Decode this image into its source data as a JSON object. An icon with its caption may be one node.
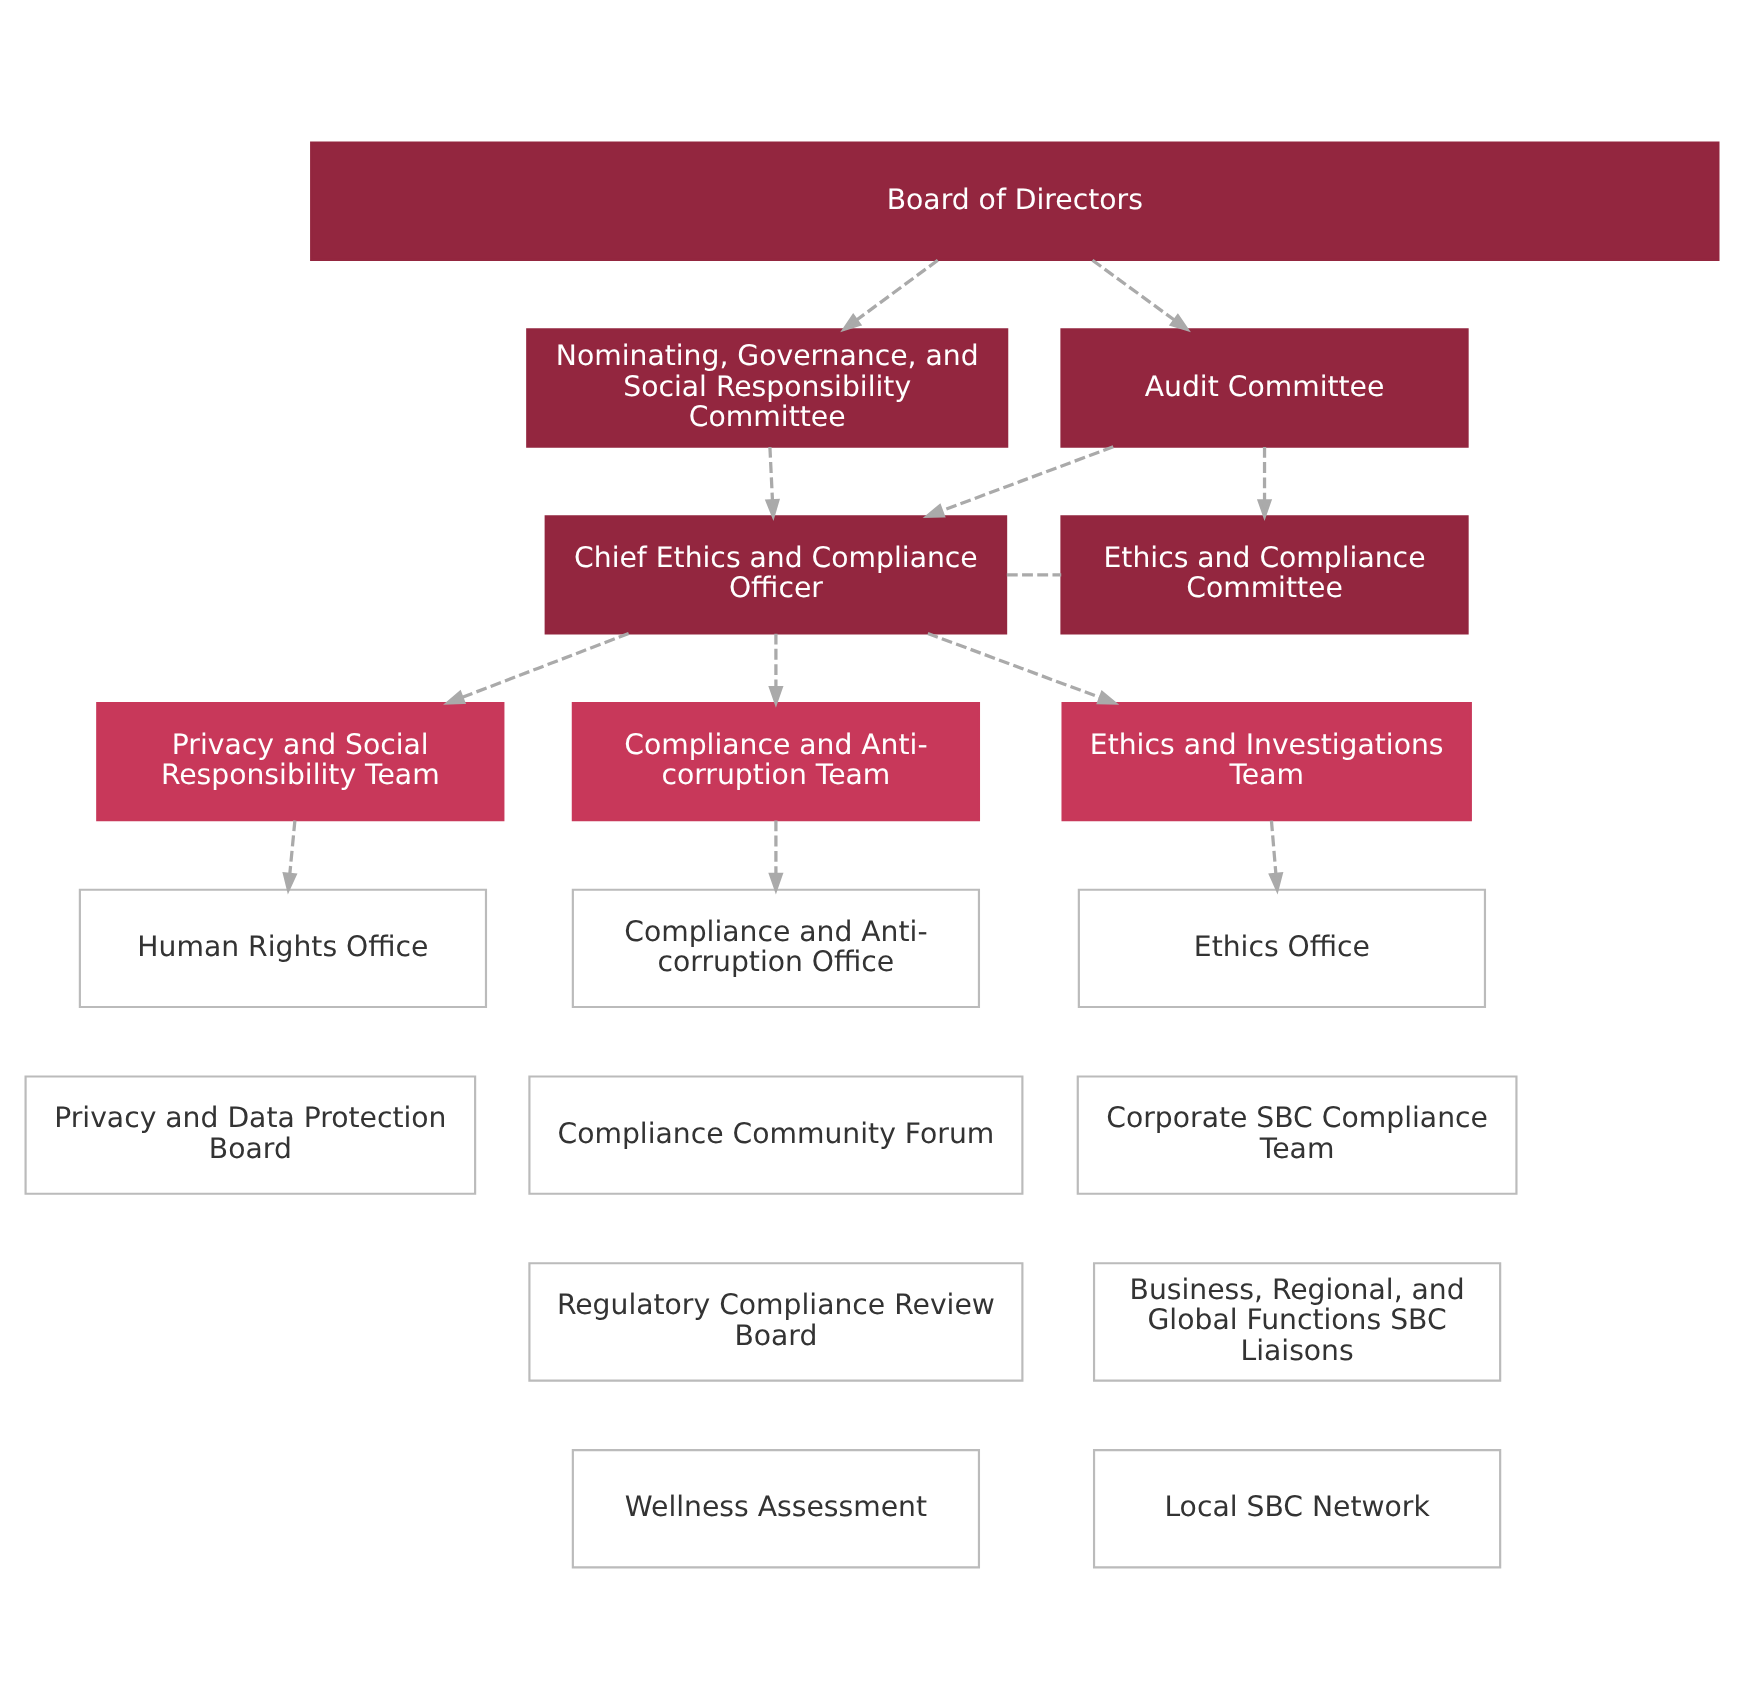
{
  "diagram": {
    "nodes": [
      {
        "text": [
          "Board of Directors"
        ]
      },
      {
        "text": [
          "Nominating, Governance, and Social Responsibility Committee"
        ]
      },
      {
        "text": [
          "Audit Committee"
        ]
      },
      {
        "text": [
          "Chief Ethics and Compliance Officer"
        ]
      },
      {
        "text": [
          "Ethics and Compliance Committee"
        ]
      },
      {
        "text": [
          "Privacy and Social Responsibility Team"
        ]
      },
      {
        "text": [
          "Compliance and Anti-corruption Team"
        ]
      },
      {
        "text": [
          "Ethics and Investigations Team"
        ]
      },
      {
        "text": [
          "Human Rights Office"
        ]
      },
      {
        "text": [
          "Compliance and Anti-corruption Office"
        ]
      },
      {
        "text": [
          "Ethics Office"
        ]
      },
      {
        "text": [
          "Privacy and Data Protection Board"
        ]
      },
      {
        "text": [
          "Compliance Community Forum"
        ]
      },
      {
        "text": [
          "Corporate SBC Compliance Team"
        ]
      },
      {
        "text": [
          "Regulatory Compliance Review Board"
        ]
      },
      {
        "text": [
          "Business, Regional, and Global Functions SBC Liaisons"
        ]
      },
      {
        "text": [
          "Wellness Assessment"
        ]
      },
      {
        "text": [
          "Local SBC Network"
        ]
      }
    ],
    "edges": [
      {
        "from": 0,
        "to": 1,
        "arrow": "to",
        "style": "dashed"
      },
      {
        "from": 0,
        "to": 2,
        "arrow": "to",
        "style": "dashed"
      },
      {
        "from": 1,
        "to": 3,
        "arrow": "to",
        "style": "dashed"
      },
      {
        "from": 2,
        "to": 3,
        "arrow": "to",
        "style": "dashed"
      },
      {
        "from": 2,
        "to": 4,
        "arrow": "to",
        "style": "dashed"
      },
      {
        "from": 3,
        "to": 4,
        "arrow": "none",
        "style": "dashed"
      },
      {
        "from": 3,
        "to": 5,
        "arrow": "to",
        "style": "dashed"
      },
      {
        "from": 3,
        "to": 6,
        "arrow": "to",
        "style": "dashed"
      },
      {
        "from": 3,
        "to": 7,
        "arrow": "to",
        "style": "dashed"
      },
      {
        "from": 5,
        "to": 8,
        "arrow": "to",
        "style": "dashed"
      },
      {
        "from": 6,
        "to": 9,
        "arrow": "to",
        "style": "dashed"
      },
      {
        "from": 7,
        "to": 10,
        "arrow": "to",
        "style": "dashed"
      }
    ]
  }
}
